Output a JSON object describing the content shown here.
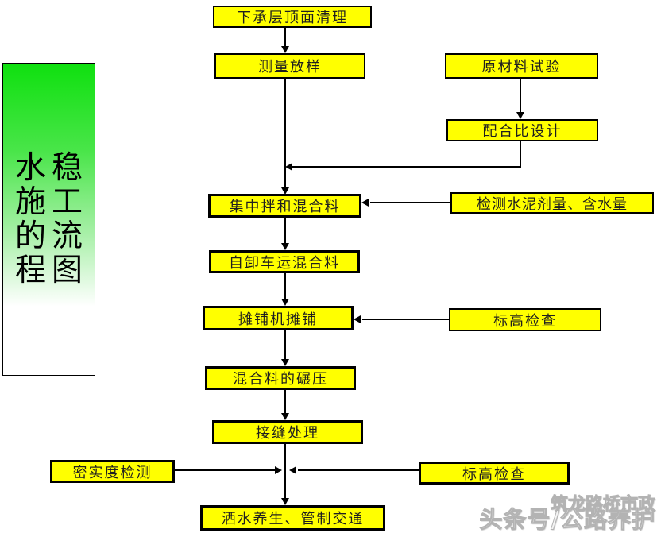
{
  "banner": {
    "title": "水稳施工的流程图",
    "lines": [
      "水稳",
      "施工",
      "的流",
      "程图"
    ],
    "gradient_top_color": "#0fe00f",
    "gradient_bottom_color": "#ffffff"
  },
  "boxes": {
    "clean": "下承层顶面清理",
    "survey": "测量放样",
    "raw_material": "原材料试验",
    "mix_design": "配合比设计",
    "central_mixing": "集中拌和混合料",
    "cement_test": "检测水泥剂量、含水量",
    "truck_haul": "自卸车运混合料",
    "paver": "摊铺机摊铺",
    "elevation_check_1": "标高检查",
    "rolling": "混合料的碾压",
    "joint_treatment": "接缝处理",
    "density_test": "密实度检测",
    "elevation_check_2": "标高检查",
    "curing": "洒水养生、管制交通"
  },
  "watermark": {
    "line1": "筑龙路桥市政",
    "line2": "头条号/公路养护"
  },
  "colors": {
    "box_fill": "#ffff00",
    "box_border": "#000000",
    "connector": "#000000"
  }
}
